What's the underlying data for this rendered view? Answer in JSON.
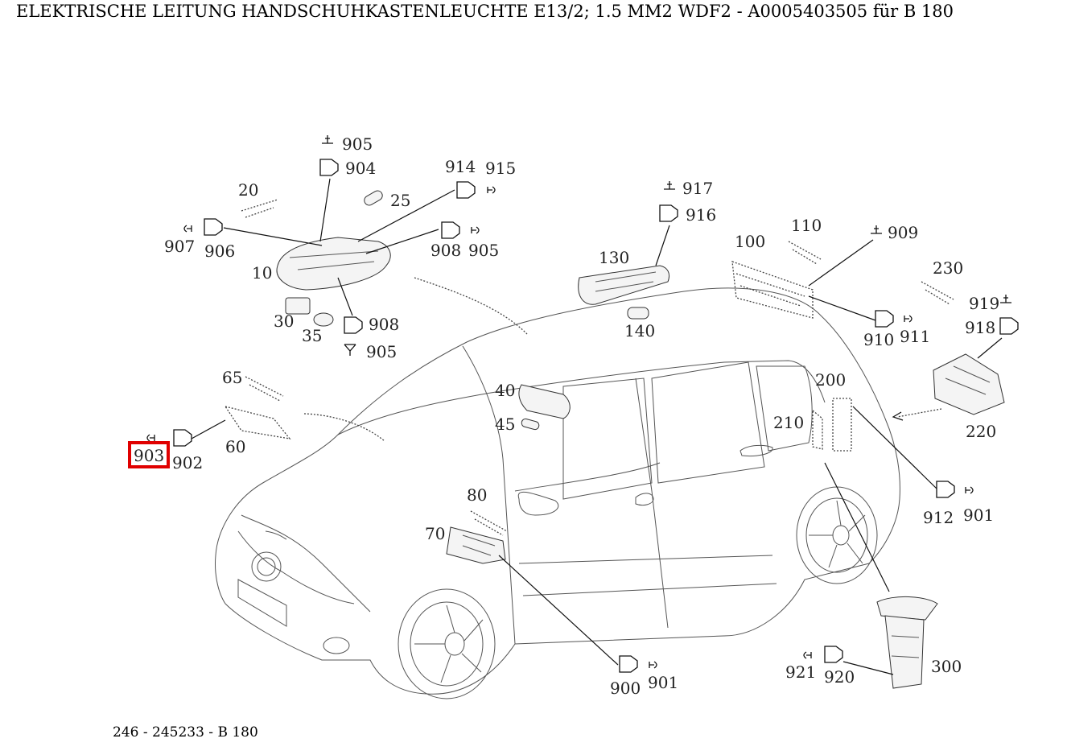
{
  "title": "ELEKTRISCHE LEITUNG HANDSCHUHKASTENLEUCHTE E13/2; 1.5 MM2 WDF2 - A0005403505 für B 180",
  "footer": "246 - 245233 - B 180",
  "highlight_color": "#e00000",
  "highlighted_label": "903",
  "callouts": {
    "l905a": "905",
    "l904": "904",
    "l914": "914",
    "l915": "915",
    "l20": "20",
    "l25": "25",
    "l907": "907",
    "l906": "906",
    "l908a": "908",
    "l905b": "905",
    "l10": "10",
    "l30": "30",
    "l35": "35",
    "l908b": "908",
    "l905c": "905",
    "l917": "917",
    "l916": "916",
    "l130": "130",
    "l140": "140",
    "l100": "100",
    "l110": "110",
    "l909": "909",
    "l230": "230",
    "l919": "919",
    "l918": "918",
    "l910": "910",
    "l911": "911",
    "l220": "220",
    "l200": "200",
    "l210": "210",
    "l40": "40",
    "l45": "45",
    "l65": "65",
    "l60": "60",
    "l903": "903",
    "l902": "902",
    "l80": "80",
    "l70": "70",
    "l912": "912",
    "l901a": "901",
    "l900": "900",
    "l901b": "901",
    "l921": "921",
    "l920": "920",
    "l300": "300"
  },
  "icons": [
    "connector-housing-icon",
    "connector-pin-icon",
    "contact-terminal-icon"
  ]
}
